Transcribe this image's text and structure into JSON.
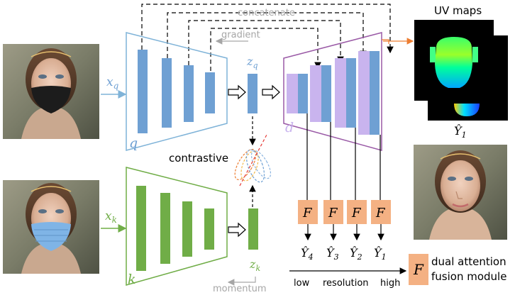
{
  "labels": {
    "concatenate": "concatenate",
    "gradient": "gradient",
    "momentum": "momentum",
    "contrastive": "contrastive",
    "uv_maps": "UV maps",
    "x_q": "x",
    "x_q_sub": "q",
    "x_k": "x",
    "x_k_sub": "k",
    "z_q": "z",
    "z_q_sub": "q",
    "z_k": "z",
    "z_k_sub": "k",
    "encoder_q": "q",
    "encoder_k": "k",
    "decoder_d": "d",
    "y1_top": "Ŷ",
    "y1_top_sub": "1",
    "outputs": [
      {
        "base": "Ŷ",
        "sub": "4"
      },
      {
        "base": "Ŷ",
        "sub": "3"
      },
      {
        "base": "Ŷ",
        "sub": "2"
      },
      {
        "base": "Ŷ",
        "sub": "1"
      }
    ],
    "fusion_letter": "F",
    "resolution_low": "low",
    "resolution_mid": "resolution",
    "resolution_high": "high",
    "legend_F": "F",
    "legend_line1": "dual attention",
    "legend_line2": "fusion module"
  },
  "colors": {
    "encoder_q": "#6fa0d3",
    "encoder_q_outline": "#7fb3d8",
    "encoder_k": "#70ad47",
    "encoder_k_outline": "#70ad47",
    "decoder_outline": "#9a5aa6",
    "decoder_lavender": "#c9b4ee",
    "fusion_box": "#f4b183",
    "gray_label": "#a6a6a6",
    "uv_arrow": "#ed7d31"
  }
}
